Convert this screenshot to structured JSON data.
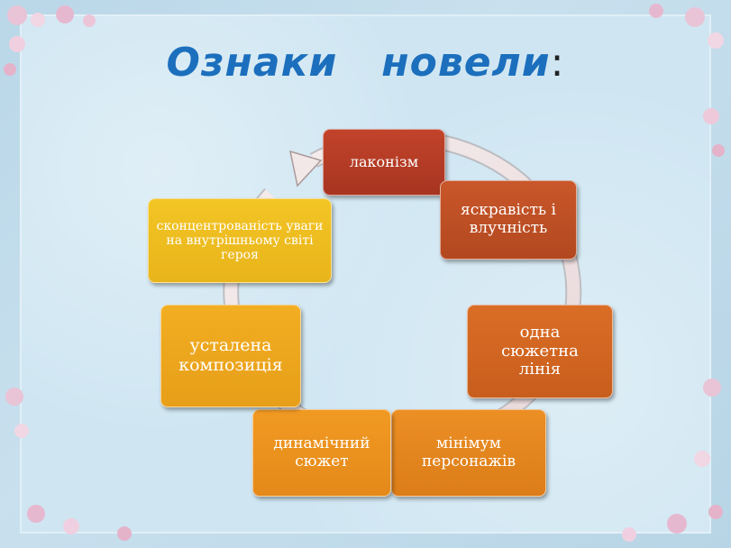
{
  "title": {
    "text": "Ознаки   новели",
    "colon": ":"
  },
  "items": [
    {
      "label": "лаконізм"
    },
    {
      "label": "яскравість і влучність"
    },
    {
      "label": "одна сюжетна лінія"
    },
    {
      "label": "мінімум персонажів"
    },
    {
      "label": "динамічний сюжет"
    },
    {
      "label": "усталена композиція"
    },
    {
      "label": "сконцентрованість уваги на внутрішньому світі героя"
    }
  ],
  "colors": {
    "title": "#1c6fbd",
    "cycle_arrow": "#f0e6e6",
    "box_1": "#b3391f",
    "box_7": "#efbd20"
  }
}
